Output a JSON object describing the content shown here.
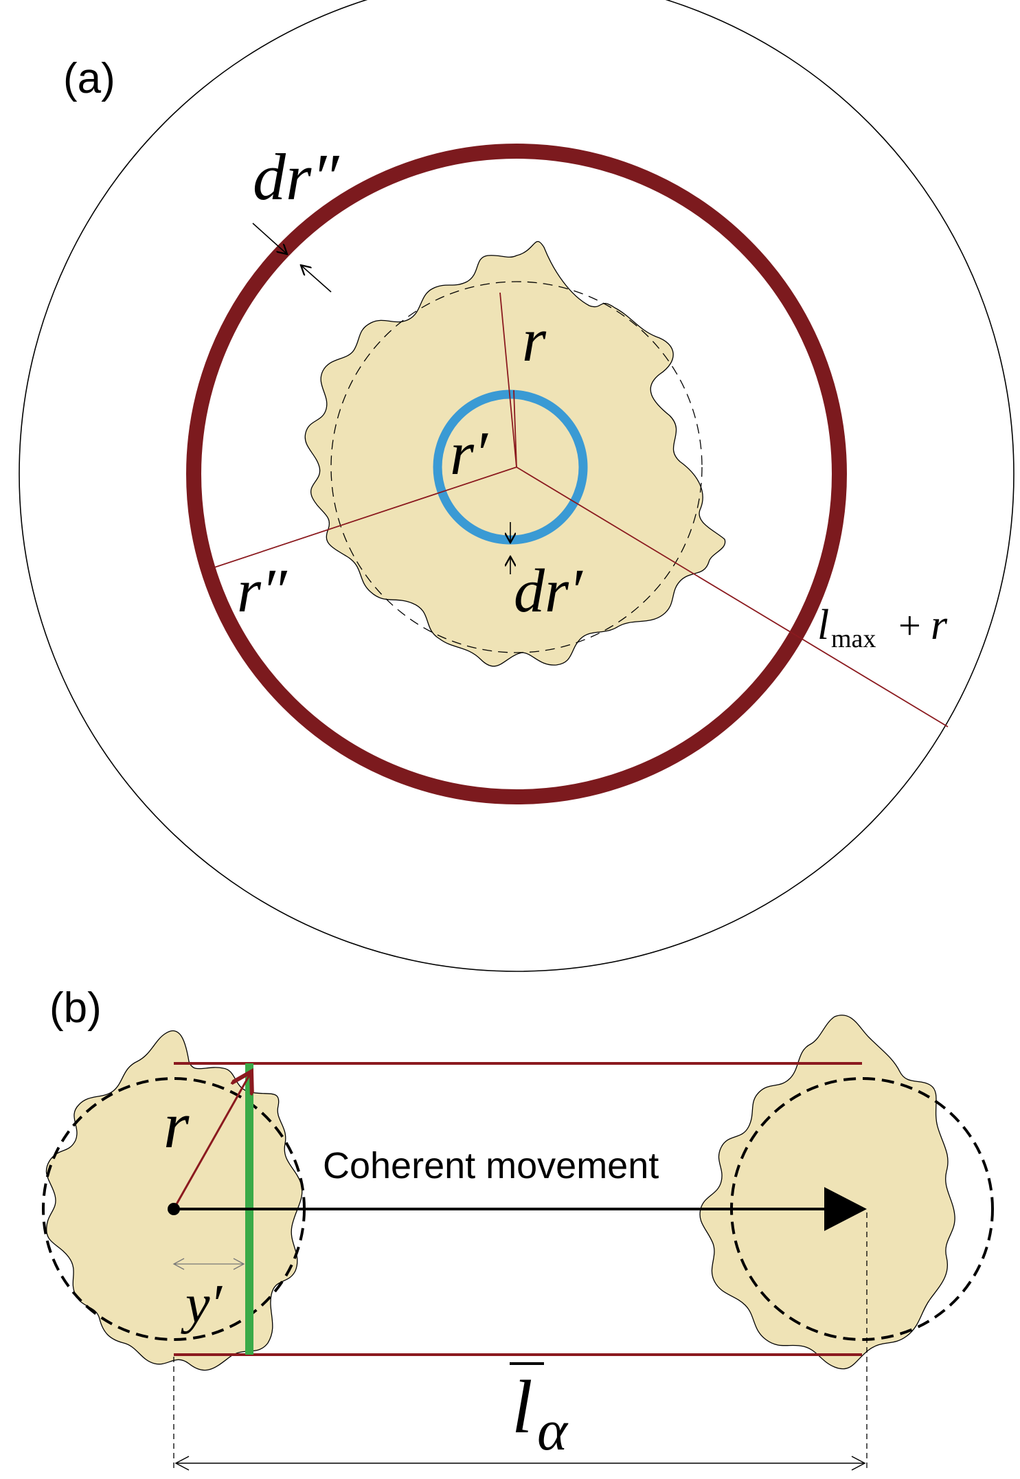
{
  "panel_a": {
    "label": "(a)",
    "dr_double_prime": "dr″",
    "r": "r",
    "r_prime": "r′",
    "r_double_prime": "r″",
    "dr_prime": "dr′",
    "lmax_l": "l",
    "lmax_sub": "max",
    "lmax_plus": "+",
    "lmax_r": "r"
  },
  "panel_b": {
    "label": "(b)",
    "r": "r",
    "movement_label": "Coherent movement",
    "y_prime": "y′",
    "l_alpha_l": "l",
    "l_alpha_sub": "α"
  },
  "colors": {
    "grain_fill": "#efe3b6",
    "dark_red": "#7c1a1e",
    "line_red": "#8b1a1f",
    "blue": "#3a9ad4",
    "green": "#3aaa48",
    "black": "#000000"
  }
}
